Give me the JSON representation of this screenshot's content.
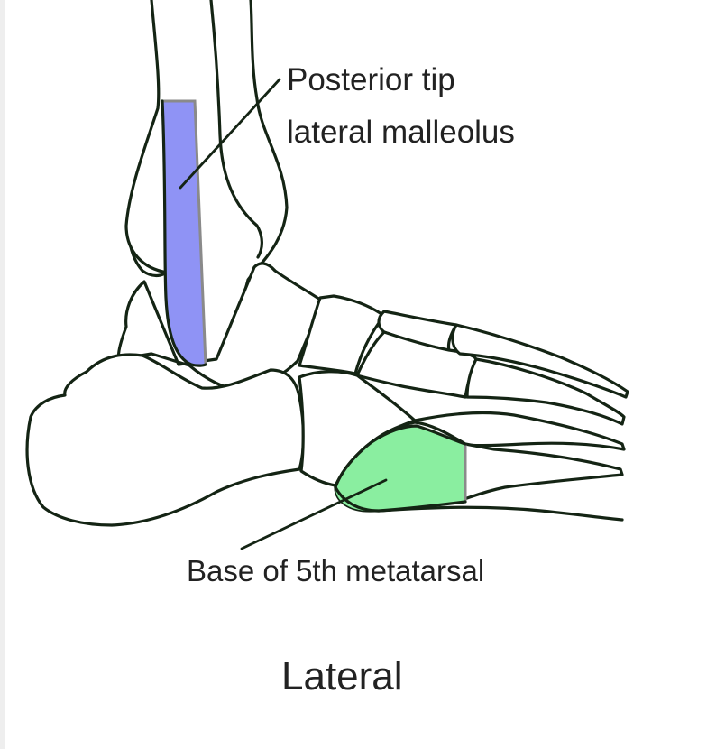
{
  "labels": {
    "malleolus_line1": "Posterior tip",
    "malleolus_line2": "lateral malleolus",
    "metatarsal": "Base of 5th metatarsal",
    "view": "Lateral"
  },
  "colors": {
    "malleolus_zone": "#8f93f5",
    "metatarsal_zone": "#8aeea0",
    "outline": "#142414",
    "zone_edge": "#8a8a8a"
  }
}
